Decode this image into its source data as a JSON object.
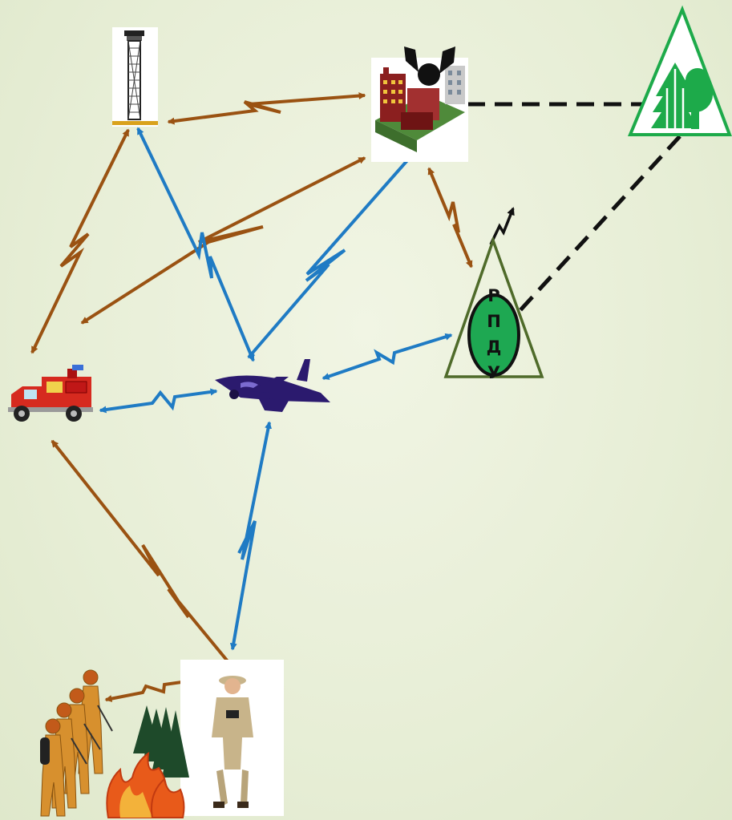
{
  "diagram": {
    "rpdu_letters": [
      "Р",
      "П",
      "Д",
      "У"
    ],
    "colors": {
      "background": "#e9efd9",
      "ground_link": "#9a5212",
      "air_link": "#1f7bc4",
      "dashed_link": "#111111",
      "forestry_triangle": "#1daa4a",
      "rpdu_triangle": "#4f6b2a",
      "rpdu_badge": "#1ea852",
      "aircraft": "#2b1a6e"
    },
    "nodes": [
      {
        "id": "lookout-tower",
        "icon": "fire-lookout-tower-icon"
      },
      {
        "id": "headquarters",
        "icon": "headquarters-building-icon"
      },
      {
        "id": "forestry-sign",
        "icon": "forestry-triangle-sign-icon"
      },
      {
        "id": "rpdu",
        "icon": "rpdu-triangle-sign-icon"
      },
      {
        "id": "fire-truck",
        "icon": "fire-truck-icon"
      },
      {
        "id": "aircraft",
        "icon": "patrol-aircraft-icon"
      },
      {
        "id": "firefighters",
        "icon": "firefighter-crew-icon"
      },
      {
        "id": "forest-fire",
        "icon": "forest-fire-icon"
      },
      {
        "id": "observer",
        "icon": "forest-ranger-observer-icon"
      }
    ]
  }
}
